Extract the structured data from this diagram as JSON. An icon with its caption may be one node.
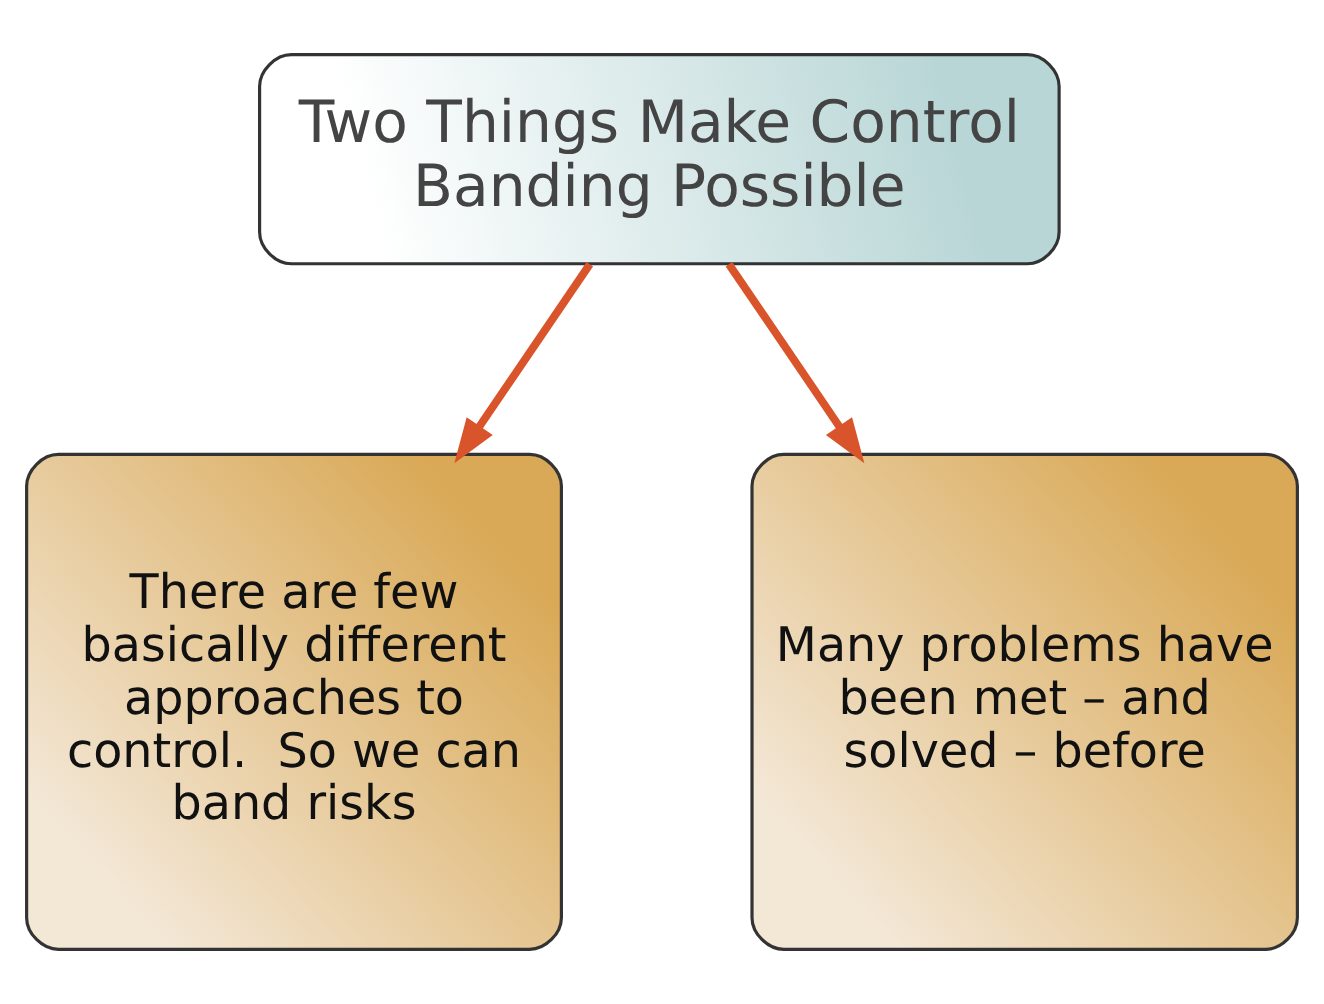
{
  "diagram": {
    "nodes": [
      {
        "text": [
          "Two Things Make Control Banding Possible"
        ]
      },
      {
        "text": [
          "There are few basically different approaches to control.  So we can band risks"
        ]
      },
      {
        "text": [
          "Many problems have been met – and solved – before"
        ]
      }
    ],
    "edges": [
      {
        "from": 0,
        "to": 1,
        "arrow": "to"
      },
      {
        "from": 0,
        "to": 2,
        "arrow": "to"
      }
    ]
  }
}
